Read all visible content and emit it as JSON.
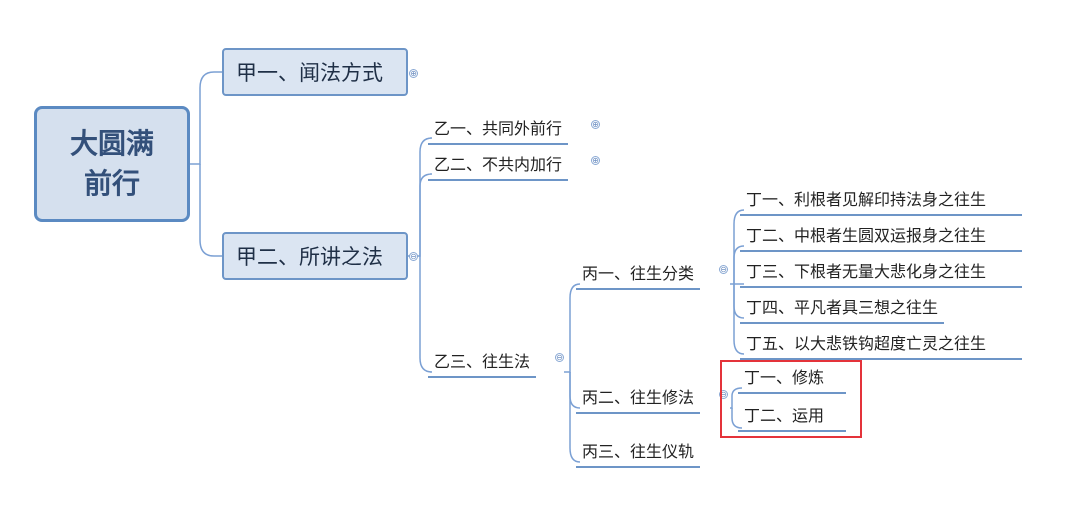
{
  "root": {
    "line1": "大圆满",
    "line2": "前行"
  },
  "level1": [
    "甲一、闻法方式",
    "甲二、所讲之法"
  ],
  "level2": [
    "乙一、共同外前行",
    "乙二、不共内加行",
    "乙三、往生法"
  ],
  "level3": [
    "丙一、往生分类",
    "丙二、往生修法",
    "丙三、往生仪轨"
  ],
  "level4_classification": [
    "丁一、利根者见解印持法身之往生",
    "丁二、中根者生圆双运报身之往生",
    "丁三、下根者无量大悲化身之往生",
    "丁四、平凡者具三想之往生",
    "丁五、以大悲铁钩超度亡灵之往生"
  ],
  "level4_practice": [
    "丁一、修炼",
    "丁二、运用"
  ],
  "toggles": {
    "expand": "⊕",
    "collapse": "⊖"
  },
  "colors": {
    "line": "#7ba0d4",
    "root_fill": "#d5e0ee",
    "root_border": "#5b8ac2",
    "highlight": "#e4333a"
  }
}
